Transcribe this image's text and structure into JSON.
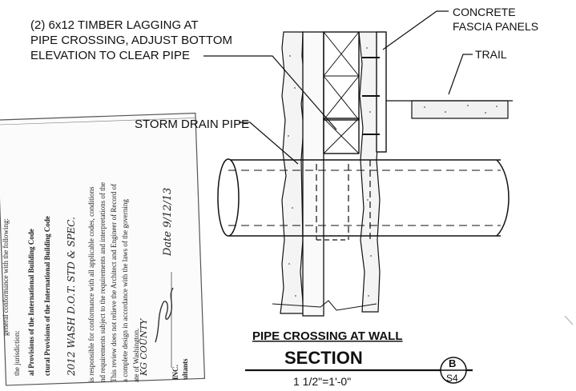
{
  "callouts": {
    "lagging": [
      "(2) 6x12 TIMBER LAGGING AT",
      "PIPE CROSSING, ADJUST BOTTOM",
      "ELEVATION TO CLEAR PIPE"
    ],
    "fascia": [
      "CONCRETE",
      "FASCIA PANELS"
    ],
    "trail": "TRAIL",
    "storm_drain": "STORM DRAIN PIPE"
  },
  "title_block": {
    "title": "PIPE CROSSING AT WALL",
    "label": "SECTION",
    "scale": "1  1/2\"=1'-0\"",
    "detail_id": "B",
    "sheet": "S4"
  },
  "stamp": {
    "lines": [
      "general conformance with the following:",
      "the jurisdiction:",
      "al Provisions of the International Building Code",
      "ctural Provisions of the International Building Code",
      "2012 WASH D.O.T. STD & SPEC.",
      "is responsible for conformance with all applicable codes, conditions",
      "nd requirements subject to the requirements and interpretations of the",
      "This review does not relieve the Architect and Engineer of Record of",
      "a complete design in accordance with the laws of the governing",
      "ate of Washington.",
      "KG COUNTY",
      "Date  9/12/13",
      "INC.",
      "ultants"
    ]
  }
}
